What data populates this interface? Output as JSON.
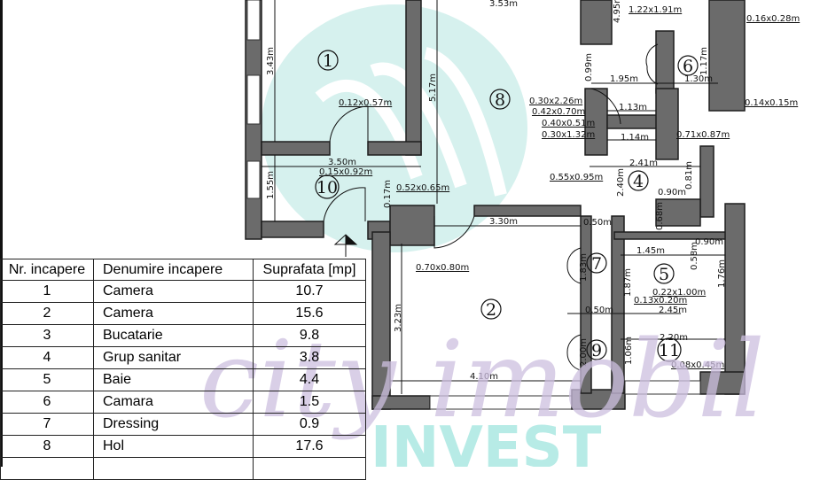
{
  "table": {
    "headers": [
      "Nr. incapere",
      "Denumire incapere",
      "Suprafata [mp]"
    ],
    "rows": [
      {
        "nr": "1",
        "name": "Camera",
        "area": "10.7"
      },
      {
        "nr": "2",
        "name": "Camera",
        "area": "15.6"
      },
      {
        "nr": "3",
        "name": "Bucatarie",
        "area": "9.8"
      },
      {
        "nr": "4",
        "name": "Grup sanitar",
        "area": "3.8"
      },
      {
        "nr": "5",
        "name": "Baie",
        "area": "4.4"
      },
      {
        "nr": "6",
        "name": "Camara",
        "area": "1.5"
      },
      {
        "nr": "7",
        "name": "Dressing",
        "area": "0.9"
      },
      {
        "nr": "8",
        "name": "Hol",
        "area": "17.6"
      }
    ]
  },
  "rooms": [
    "1",
    "2",
    "4",
    "5",
    "6",
    "7",
    "8",
    "9",
    "10",
    "11"
  ],
  "dimensions": [
    "3.53m",
    "3.43m",
    "5.17m",
    "0.12x0.57m",
    "3.50m",
    "0.15x0.92m",
    "1.55m",
    "0.17m",
    "0.52x0.65m",
    "3.30m",
    "0.70x0.80m",
    "3.23m",
    "4.10m",
    "0.50m",
    "1.83m",
    "0.50m",
    "2.00m",
    "4.95m",
    "1.22x1.91m",
    "0.16x0.28m",
    "1.17m",
    "0.99m",
    "1.95m",
    "1.30m",
    "0.14x0.15m",
    "0.30x2.26m",
    "0.42x0.70m",
    "1.13m",
    "0.40x0.51m",
    "0.30x1.32m",
    "1.14m",
    "0.71x0.87m",
    "2.41m",
    "0.55x0.95m",
    "2.40m",
    "0.81m",
    "0.90m",
    "0.68m",
    "1.45m",
    "0.90m",
    "0.58m",
    "1.76m",
    "1.87m",
    "0.22x1.00m",
    "0.13x0.20m",
    "2.45m",
    "2.20m",
    "1.06m",
    "0.08x0.45m"
  ],
  "watermark": {
    "brand": "city imobil",
    "sub": "INVEST"
  },
  "colors": {
    "wall": "#6b6b6b",
    "watermark_teal": "#d6f1ee",
    "watermark_purple": "#cdbfe0"
  }
}
